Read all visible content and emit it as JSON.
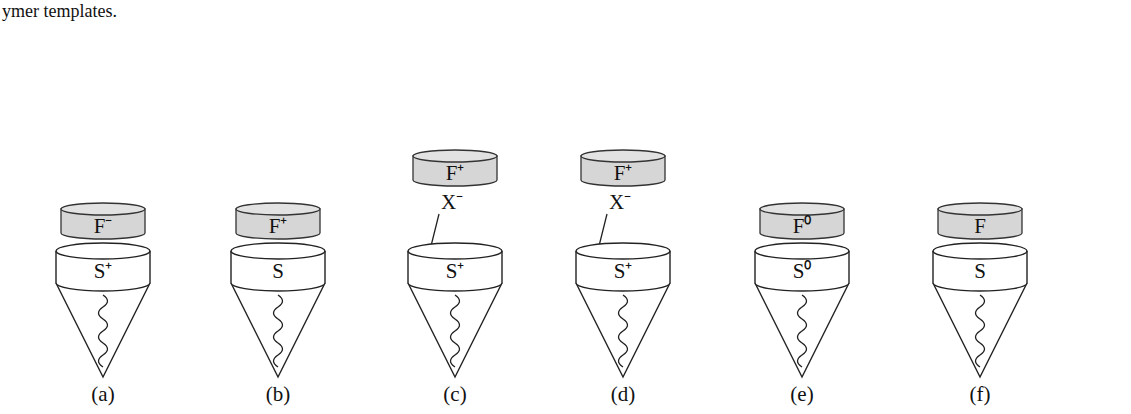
{
  "diagram": {
    "nodes": [
      {
        "text": [
          "F⁻"
        ]
      },
      {
        "text": [
          "S⁺"
        ]
      },
      {
        "text": [
          "F⁺"
        ]
      },
      {
        "text": [
          "S"
        ]
      },
      {
        "text": [
          "F⁺"
        ]
      },
      {
        "text": [
          "S⁺"
        ]
      },
      {
        "text": [
          "F⁺"
        ]
      },
      {
        "text": [
          "S⁺"
        ]
      },
      {
        "text": [
          "F⁰"
        ]
      },
      {
        "text": [
          "S⁰"
        ]
      },
      {
        "text": [
          "F"
        ]
      },
      {
        "text": [
          "S"
        ]
      }
    ],
    "labels": [
      "ymer templates.",
      "X⁻",
      "X⁻",
      "(a)",
      "(b)",
      "(c)",
      "(d)",
      "(e)",
      "(f)"
    ]
  }
}
